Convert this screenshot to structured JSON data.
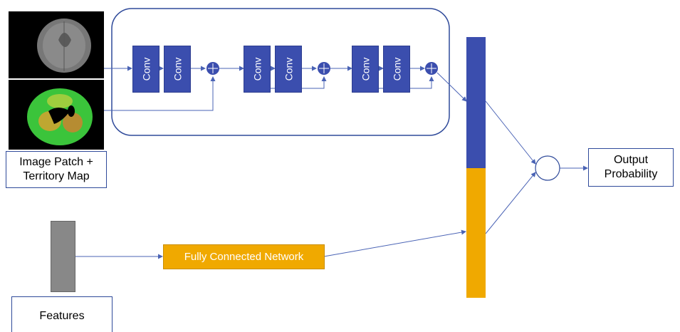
{
  "captions": {
    "image_patch": "Image Patch + Territory Map",
    "output": "Output Probability",
    "features": "Features",
    "fcn": "Fully Connected Network"
  },
  "conv_label": "Conv",
  "conv_blocks": [
    "Conv",
    "Conv",
    "Conv",
    "Conv",
    "Conv",
    "Conv"
  ],
  "colors": {
    "conv": "#3b4eae",
    "concat_top": "#3b4eae",
    "concat_bottom": "#f0a900",
    "fcn": "#f0a900",
    "features": "#888888",
    "line": "#4a63b5"
  }
}
